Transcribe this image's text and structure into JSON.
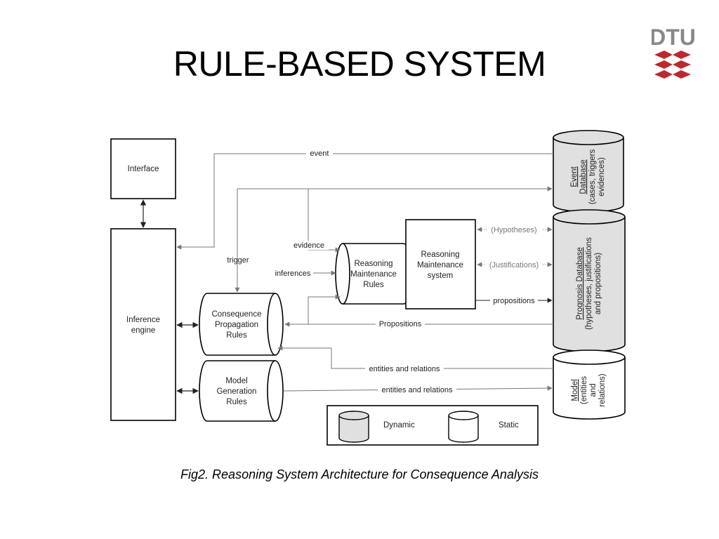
{
  "slide": {
    "title": "RULE-BASED SYSTEM",
    "caption": "Fig2. Reasoning System Architecture for Consequence Analysis",
    "logo_text": "DTU"
  },
  "diagram": {
    "interface": "Interface",
    "inference_engine": [
      "Inference",
      "engine"
    ],
    "consequence_rules": [
      "Consequence",
      "Propagation",
      "Rules"
    ],
    "model_rules": [
      "Model",
      "Generation",
      "Rules"
    ],
    "rm_rules": [
      "Reasoning",
      "Maintenance",
      "Rules"
    ],
    "rm_system": [
      "Reasoning",
      "Maintenance",
      "system"
    ],
    "event_db": {
      "title": "Event",
      "title2": "Database",
      "sub": "(cases, triggers",
      "sub2": "evidences)"
    },
    "prognosis_db": {
      "title": "Prognosis Database",
      "sub": "(hypotheses, justifications",
      "sub2": "and propositions)"
    },
    "model_db": {
      "title": "Model",
      "sub": "(entities",
      "sub2": "and",
      "sub3": "relations)"
    },
    "labels": {
      "event": "event",
      "trigger": "trigger",
      "evidence": "evidence",
      "inferences": "inferences",
      "hypotheses": "(Hypotheses)",
      "justifications": "(Justifications)",
      "propositions_lower": "propositions",
      "propositions_upper": "Propositions",
      "entities1": "entities and relations",
      "entities2": "entities and relations"
    },
    "legend": {
      "dynamic": "Dynamic",
      "static": "Static"
    }
  },
  "colors": {
    "dynamic_fill": "#e0e0e0",
    "line": "#666666",
    "logo_red": "#c0272d",
    "logo_grey": "#888888"
  }
}
